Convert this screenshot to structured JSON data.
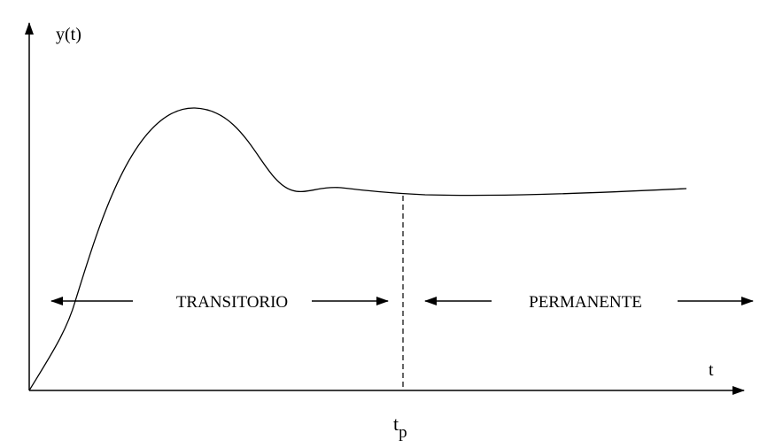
{
  "diagram": {
    "y_axis_label": "y(t)",
    "x_axis_label": "t",
    "tp_label": {
      "base": "t",
      "subscript": "p"
    },
    "transient_label": "TRANSITORIO",
    "steady_label": "PERMANENTE",
    "colors": {
      "ink": "#000000",
      "background": "#ffffff"
    }
  }
}
